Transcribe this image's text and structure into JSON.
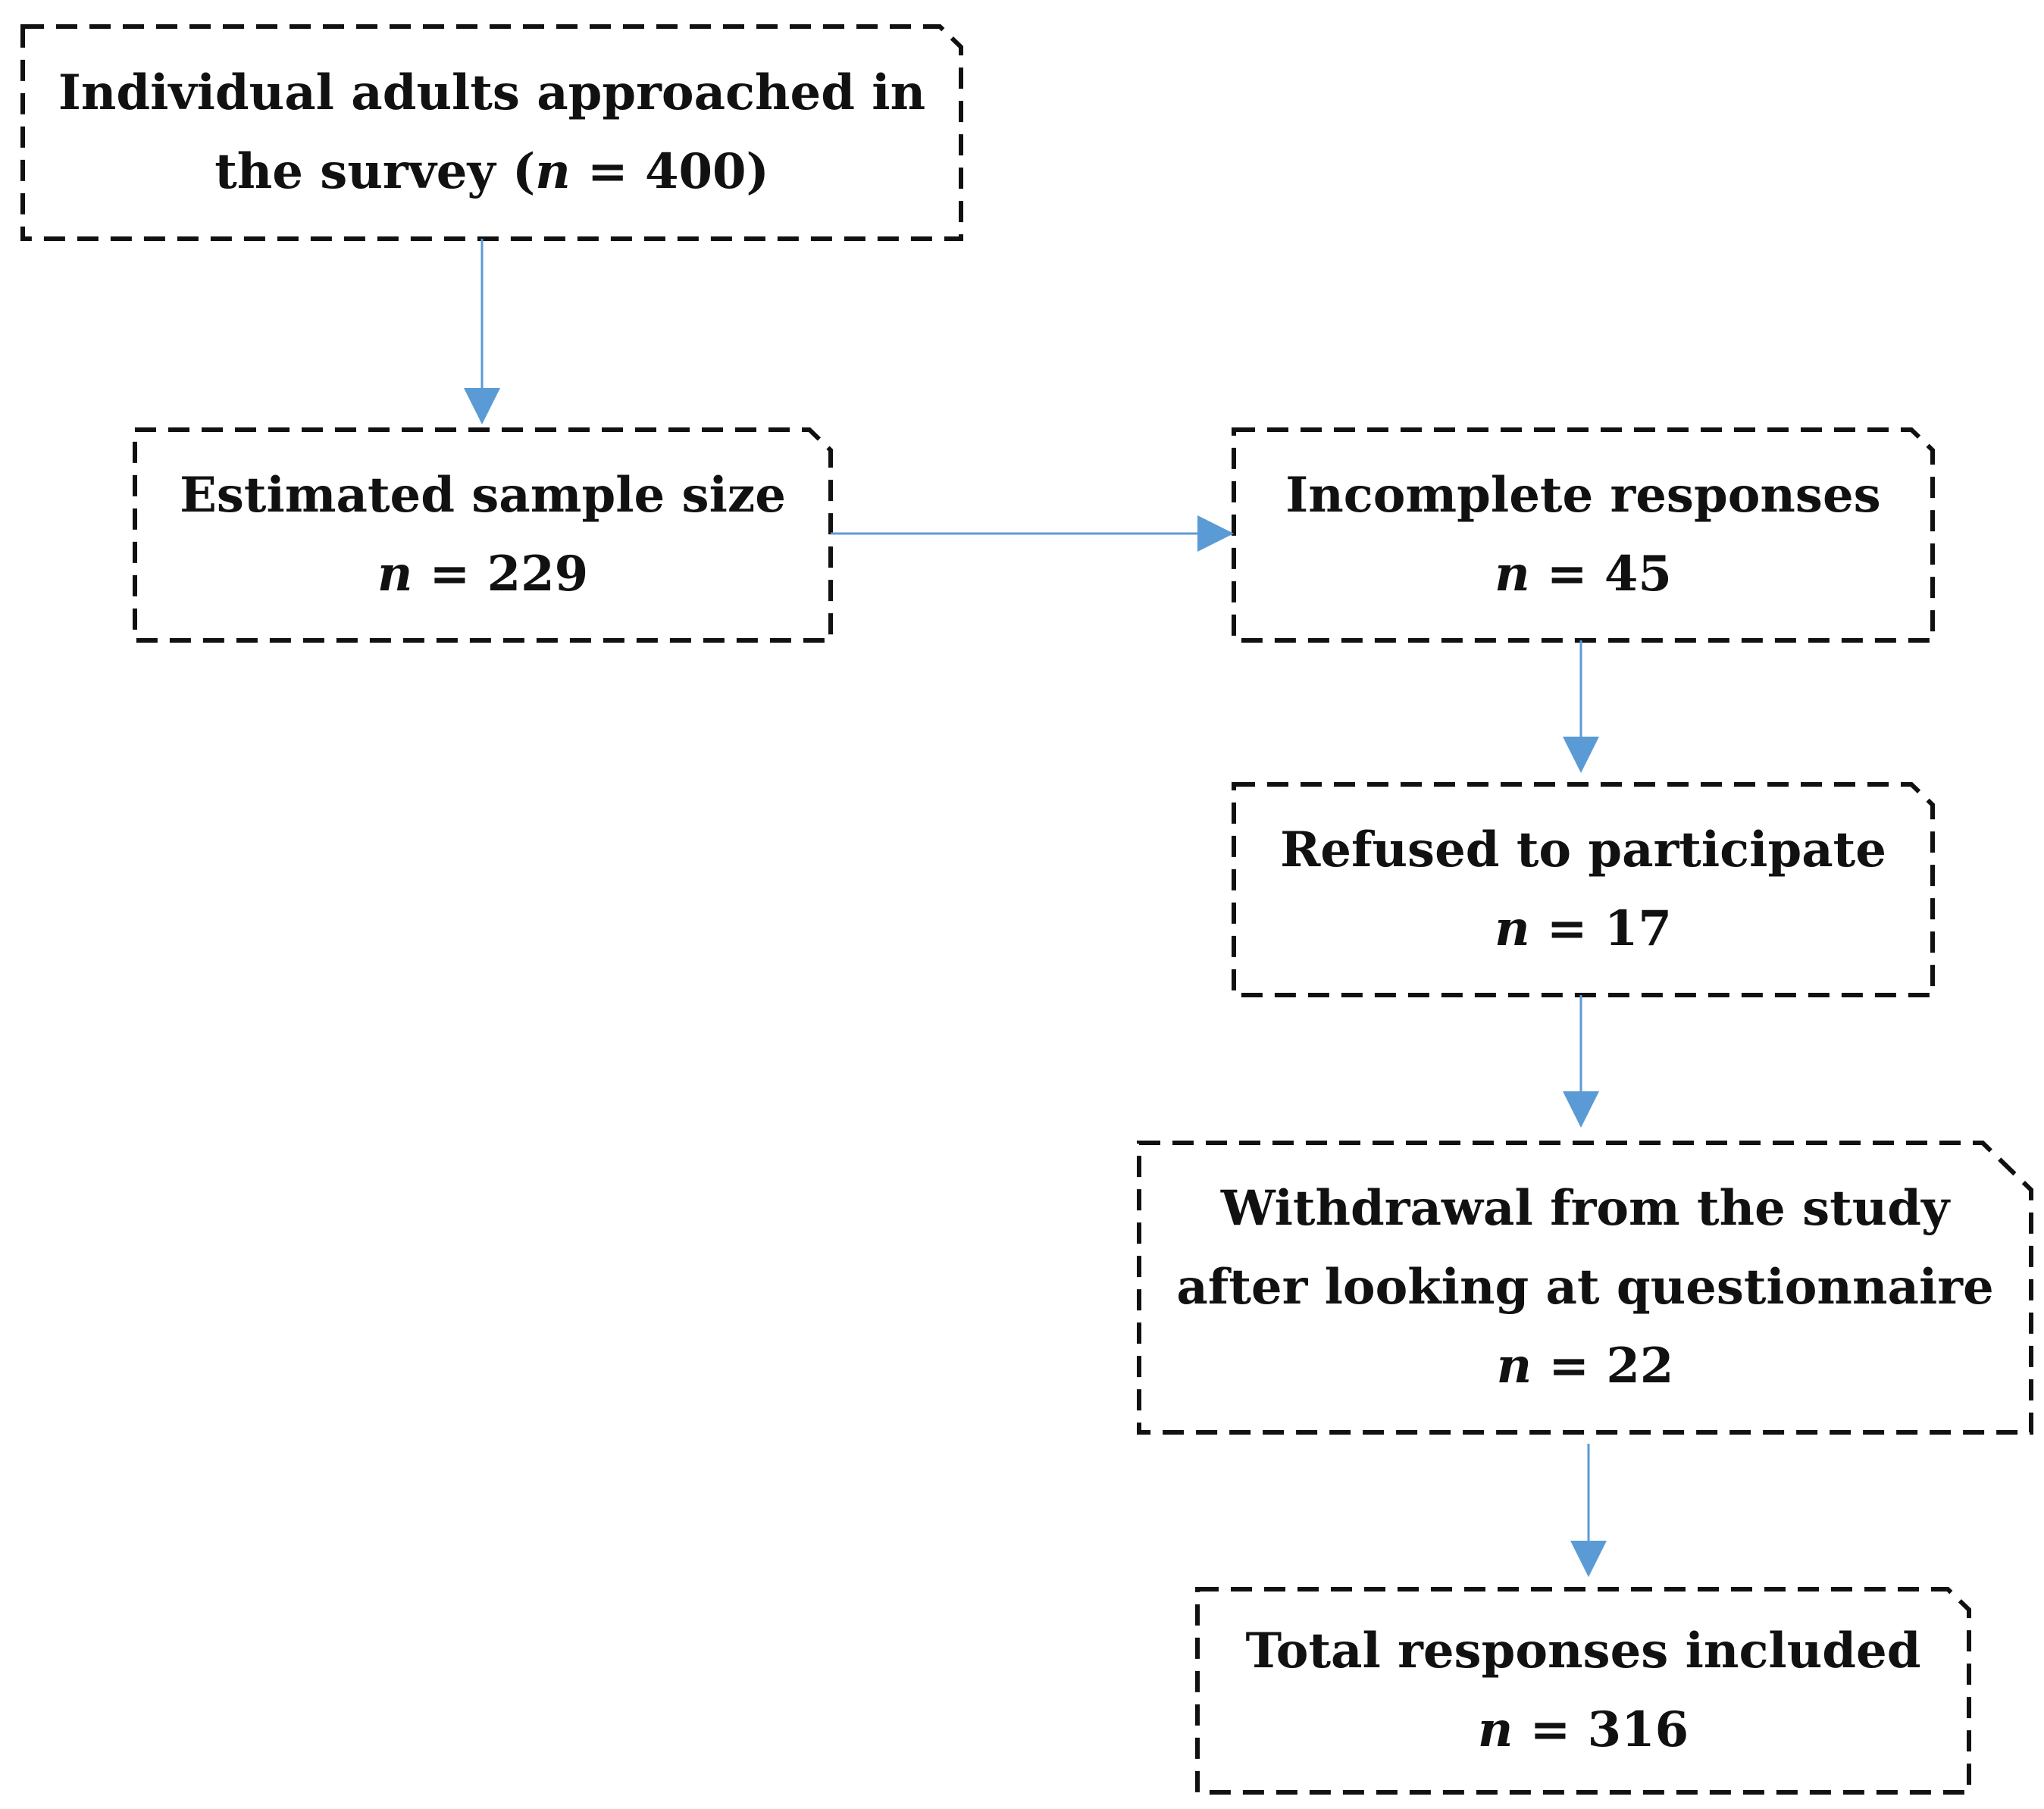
{
  "colors": {
    "box_border": "#111111",
    "arrow": "#5b9bd5",
    "text": "#111111",
    "background": "#ffffff"
  },
  "boxes": {
    "approached": {
      "line1": "Individual adults approached in",
      "line2_prefix": "the survey (",
      "n_symbol": "n",
      "line2_suffix": " = 400)"
    },
    "estimated": {
      "line1": "Estimated sample size",
      "n_symbol": "n",
      "n_value": " = 229"
    },
    "incomplete": {
      "line1": "Incomplete responses",
      "n_symbol": "n",
      "n_value": " = 45"
    },
    "refused": {
      "line1": "Refused to participate",
      "n_symbol": "n",
      "n_value": " = 17"
    },
    "withdrawal": {
      "line1": "Withdrawal from the study",
      "line2": "after looking at questionnaire",
      "n_symbol": "n",
      "n_value": " = 22"
    },
    "total": {
      "line1": "Total responses included",
      "n_symbol": "n",
      "n_value": " = 316"
    }
  }
}
